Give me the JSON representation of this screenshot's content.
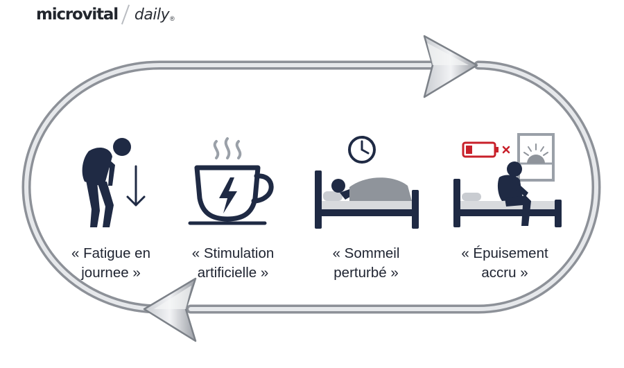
{
  "brand": {
    "name": "microvital",
    "sub": "daily",
    "mark": "®"
  },
  "colors": {
    "ink": "#1f2a44",
    "ring": "#a3a7ad",
    "battery": "#c8202a"
  },
  "steps": [
    {
      "icon": "tired-person-icon",
      "line1": "« Fatigue en",
      "line2": "journee »"
    },
    {
      "icon": "coffee-cup-lightning-icon",
      "line1": "« Stimulation",
      "line2": "artificielle »"
    },
    {
      "icon": "sleeping-bed-clock-icon",
      "line1": "« Sommeil",
      "line2": "perturbé »"
    },
    {
      "icon": "exhausted-person-bed-icon",
      "line1": "« Épuisement",
      "line2": "accru »"
    }
  ]
}
